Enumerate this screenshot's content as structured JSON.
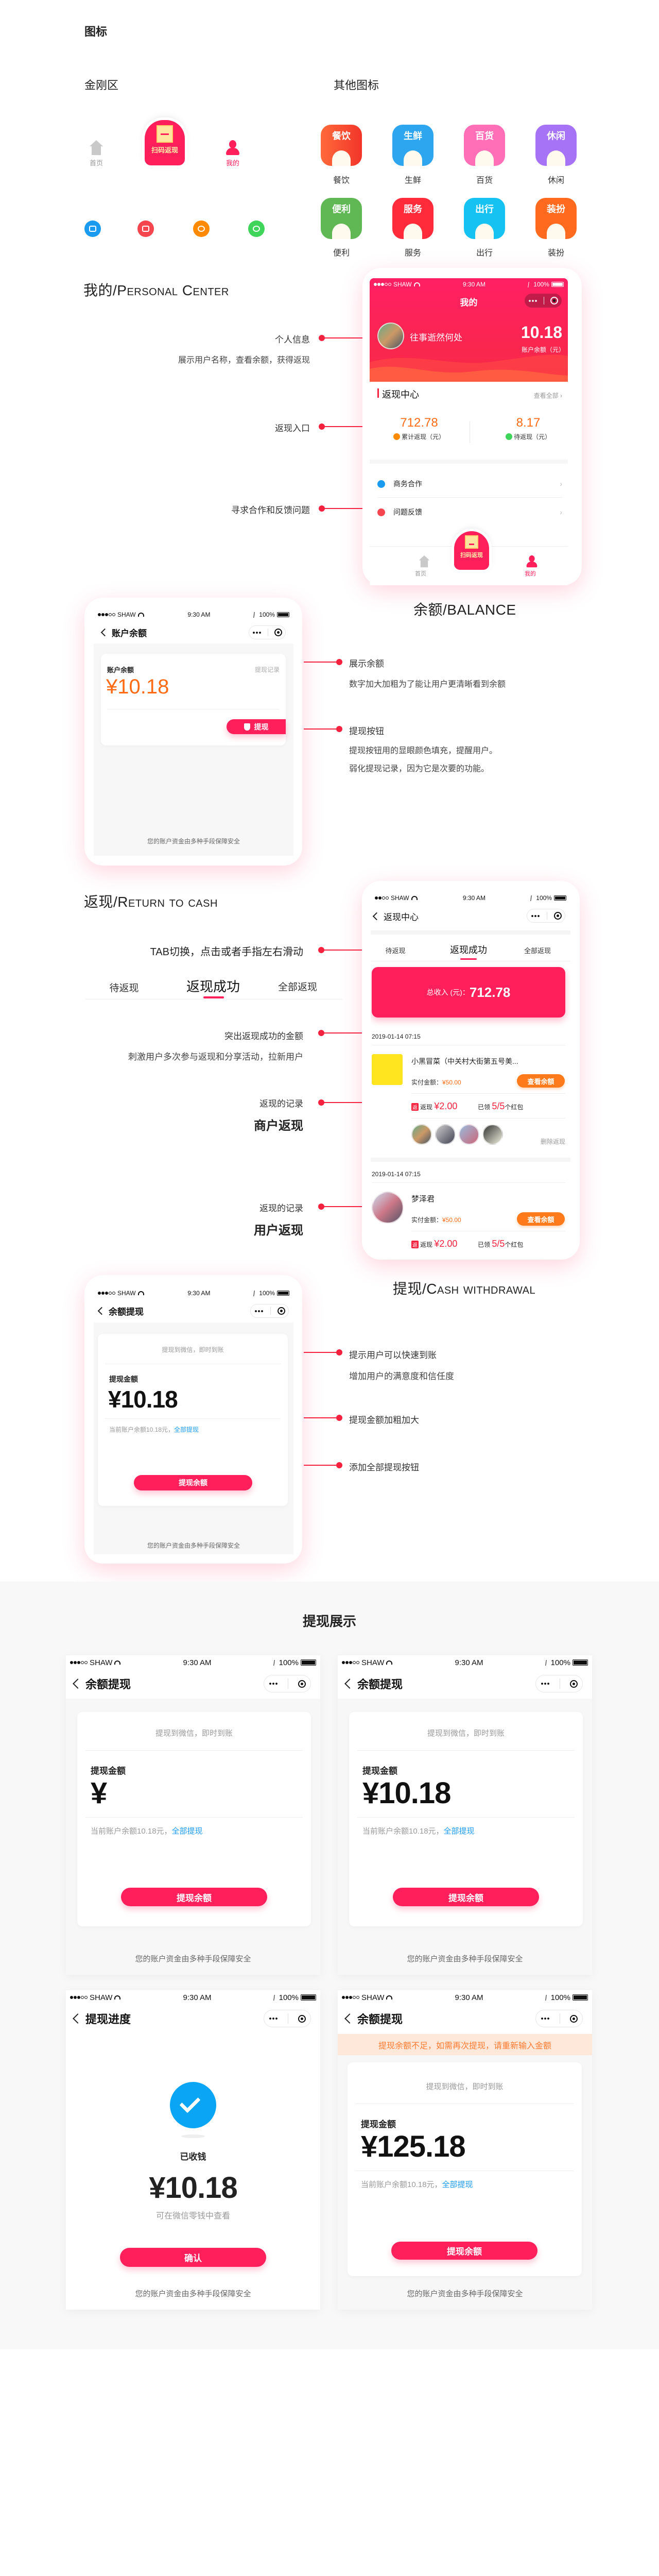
{
  "status": {
    "carrier": "SHAW",
    "time": "9:30 AM",
    "battery": "100%"
  },
  "colors": {
    "primary": "#ff1f5a",
    "amount_orange": "#ff6a13",
    "link_blue": "#1a9bf0",
    "annotation_red": "#f5223f",
    "warning_bg": "#fde8da",
    "warning_text": "#ff7a2f"
  },
  "icons_section": {
    "title": "图标",
    "kingkong_title": "金刚区",
    "other_title": "其他图标",
    "tabbar": [
      {
        "label": "首页",
        "icon": "home-icon"
      },
      {
        "label": "扫码返现",
        "icon": "scan-icon"
      },
      {
        "label": "我的",
        "icon": "user-icon"
      }
    ],
    "small_icons": [
      {
        "icon": "handshake-icon",
        "color": "#1a9bf0"
      },
      {
        "icon": "feedback-icon",
        "color": "#f5454f"
      },
      {
        "icon": "yen-icon",
        "color": "#ff8a00"
      },
      {
        "icon": "clock-icon",
        "color": "#3fd45a"
      }
    ],
    "categories": [
      {
        "badge": "餐饮",
        "label": "餐饮",
        "icon": "utensils-icon",
        "color": "#f5492f"
      },
      {
        "badge": "生鲜",
        "label": "生鲜",
        "icon": "fish-icon",
        "color": "#2ea6ef"
      },
      {
        "badge": "百货",
        "label": "百货",
        "icon": "tissue-box-icon",
        "color": "#ff6fb8"
      },
      {
        "badge": "休闲",
        "label": "休闲",
        "icon": "coffee-cup-icon",
        "color": "#a672f6"
      },
      {
        "badge": "便利",
        "label": "便利",
        "icon": "store-icon",
        "color": "#5fb854"
      },
      {
        "badge": "服务",
        "label": "服务",
        "icon": "heart-icon",
        "color": "#ff2b3a"
      },
      {
        "badge": "出行",
        "label": "出行",
        "icon": "car-icon",
        "color": "#16c2f2"
      },
      {
        "badge": "装扮",
        "label": "装扮",
        "icon": "shirt-icon",
        "color": "#ff6a1f"
      }
    ]
  },
  "personal": {
    "section_title": "我的/Personal Center",
    "annotations": [
      {
        "title": "个人信息",
        "desc": "展示用户名称，查看余额，获得返现"
      },
      {
        "title": "返现入口"
      },
      {
        "title": "寻求合作和反馈问题"
      }
    ],
    "screen": {
      "nav_title": "我的",
      "username": "往事逝然何处",
      "balance": "10.18",
      "balance_label": "账户余额（元）",
      "cashback_title": "返现中心",
      "view_all": "查看全部",
      "total_cashback": "712.78",
      "total_cashback_label": "累计返现（元）",
      "pending_cashback": "8.17",
      "pending_cashback_label": "待返现（元）",
      "menu": [
        {
          "label": "商务合作",
          "icon": "handshake-icon"
        },
        {
          "label": "问题反馈",
          "icon": "feedback-icon"
        }
      ],
      "tabbar": [
        "首页",
        "扫码返现",
        "我的"
      ]
    }
  },
  "balance": {
    "section_title": "余额/BALANCE",
    "annotations": [
      {
        "title": "展示余额",
        "desc": [
          "数字加大加粗为了能让用户更清晰看到余额"
        ]
      },
      {
        "title": "提现按钮",
        "desc": [
          "提现按钮用的显眼颜色填充，提醒用户。",
          "弱化提现记录，因为它是次要的功能。"
        ]
      }
    ],
    "screen": {
      "nav_title": "账户余额",
      "label": "账户余额",
      "records_link": "提现记录",
      "amount": "¥10.18",
      "withdraw_button": "提现",
      "footer": "您的账户资金由多种手段保障安全"
    }
  },
  "return_cash": {
    "section_title": "返现/Return to cash",
    "annotations": [
      {
        "title": "TAB切换，点击或者手指左右滑动"
      },
      {
        "title": "突出返现成功的金额",
        "desc": "刺激用户多次参与返现和分享活动，拉新用户"
      },
      {
        "title": "返现的记录",
        "sub": "商户返现"
      },
      {
        "title": "返现的记录",
        "sub": "用户返现"
      }
    ],
    "demo_tabs": [
      "待返现",
      "返现成功",
      "全部返现"
    ],
    "demo_active_tab": 1,
    "screen": {
      "nav_title": "返现中心",
      "tabs": [
        "待返现",
        "返现成功",
        "全部返现"
      ],
      "active_tab": 1,
      "total_label": "总收入 (元)：",
      "total_value": "712.78",
      "records": [
        {
          "date": "2019-01-14  07:15",
          "name": "小黑冒菜（中关村大街第五号美...",
          "paid_label": "实付金额：",
          "paid": "¥50.00",
          "button": "查看余额",
          "badge": "返",
          "cashback_label": "返现",
          "cashback": "¥2.00",
          "claimed_label": "已领",
          "claimed": "5/5",
          "claimed_unit": "个红包",
          "delete": "删除返现",
          "avatars": 4
        },
        {
          "date": "2019-01-14  07:15",
          "name": "梦泽君",
          "paid_label": "实付金额：",
          "paid": "¥50.00",
          "button": "查看余额",
          "badge": "返",
          "cashback_label": "返现",
          "cashback": "¥2.00",
          "claimed_label": "已领",
          "claimed": "5/5",
          "claimed_unit": "个红包"
        }
      ]
    }
  },
  "withdraw": {
    "section_title": "提现/Cash withdrawal",
    "annotations": [
      {
        "title": "提示用户可以快速到账",
        "desc": "增加用户的满意度和信任度"
      },
      {
        "title": "提现金额加粗加大"
      },
      {
        "title": "添加全部提现按钮"
      }
    ],
    "screen": {
      "nav_title": "余额提现",
      "hint": "提现到微信，即时到账",
      "amount_label": "提现金额",
      "amount": "¥10.18",
      "balance_note": "当前账户余额10.18元，",
      "withdraw_all": "全部提现",
      "button": "提现余额",
      "footer": "您的账户资金由多种手段保障安全"
    }
  },
  "showcase": {
    "title": "提现展示",
    "empty": {
      "nav_title": "余额提现",
      "hint": "提现到微信，即时到账",
      "amount_label": "提现金额",
      "amount": "¥",
      "balance_note": "当前账户余额10.18元，",
      "withdraw_all": "全部提现",
      "button": "提现余额",
      "footer": "您的账户资金由多种手段保障安全"
    },
    "filled": {
      "nav_title": "余额提现",
      "hint": "提现到微信，即时到账",
      "amount_label": "提现金额",
      "amount": "¥10.18",
      "balance_note": "当前账户余额10.18元，",
      "withdraw_all": "全部提现",
      "button": "提现余额",
      "footer": "您的账户资金由多种手段保障安全"
    },
    "success": {
      "nav_title": "提现进度",
      "status": "已收钱",
      "amount": "¥10.18",
      "note": "可在微信零钱中查看",
      "button": "确认",
      "footer": "您的账户资金由多种手段保障安全"
    },
    "insufficient": {
      "nav_title": "余额提现",
      "warning": "提现余额不足，如需再次提现，请重新输入金额",
      "hint": "提现到微信，即时到账",
      "amount_label": "提现金额",
      "amount": "¥125.18",
      "balance_note": "当前账户余额10.18元，",
      "withdraw_all": "全部提现",
      "button": "提现余额",
      "footer": "您的账户资金由多种手段保障安全"
    }
  }
}
